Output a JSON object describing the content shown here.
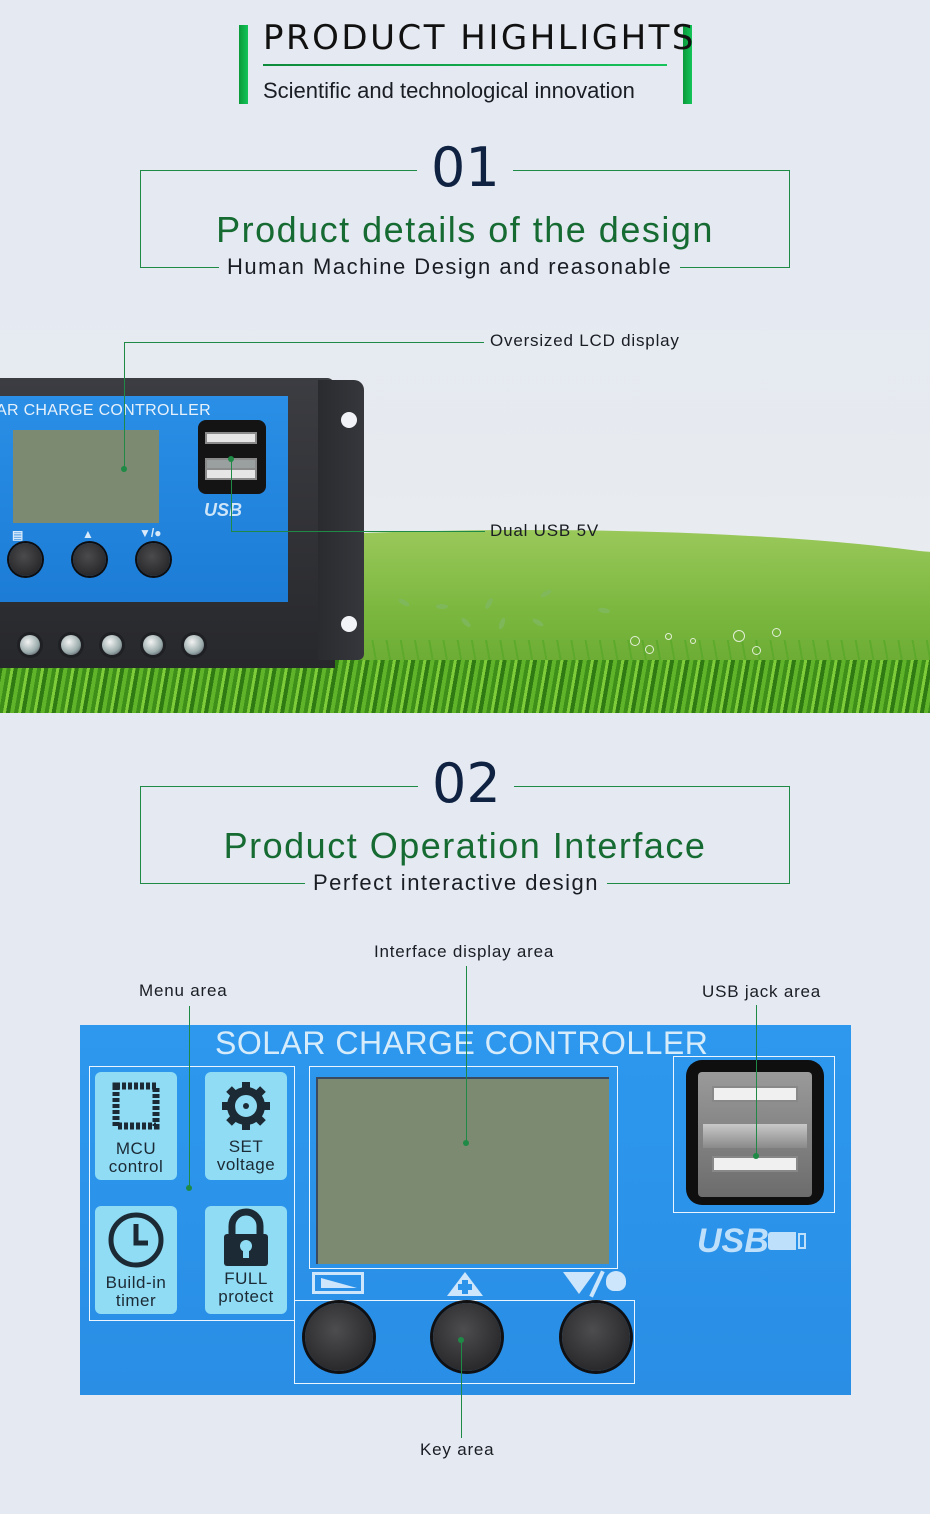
{
  "header": {
    "title": "PRODUCT HIGHLIGHTS",
    "subtitle": "Scientific and technological innovation",
    "accent_color": "#14c45a"
  },
  "section1": {
    "number": "01",
    "title": "Product details of the design",
    "subtitle": "Human Machine Design and reasonable",
    "controller_label": "AR CHARGE CONTROLLER",
    "usb_logo": "USB",
    "callouts": [
      {
        "label": "Oversized LCD display"
      },
      {
        "label": "Dual USB 5V"
      }
    ]
  },
  "section2": {
    "number": "02",
    "title": "Product Operation Interface",
    "subtitle": "Perfect interactive design",
    "panel_title": "SOLAR CHARGE CONTROLLER",
    "usb_logo": "USB",
    "menu_tiles": [
      {
        "line1": "MCU",
        "line2": "control",
        "icon": "chip-icon"
      },
      {
        "line1": "SET",
        "line2": "voltage",
        "icon": "gear-icon"
      },
      {
        "line1": "Build-in",
        "line2": "timer",
        "icon": "clock-icon"
      },
      {
        "line1": "FULL",
        "line2": "protect",
        "icon": "lock-icon"
      }
    ],
    "key_symbols": [
      "menu-switch-icon",
      "plus-up-icon",
      "minus-down-light-icon"
    ],
    "callouts": {
      "menu": "Menu area",
      "display": "Interface display area",
      "usb": "USB jack area",
      "keys": "Key area"
    }
  },
  "colors": {
    "frame_green": "#1e8a45",
    "title_green": "#156b32",
    "number_navy": "#0f2242",
    "panel_blue": "#2b93ea",
    "lcd_gray": "#7b8a70"
  }
}
